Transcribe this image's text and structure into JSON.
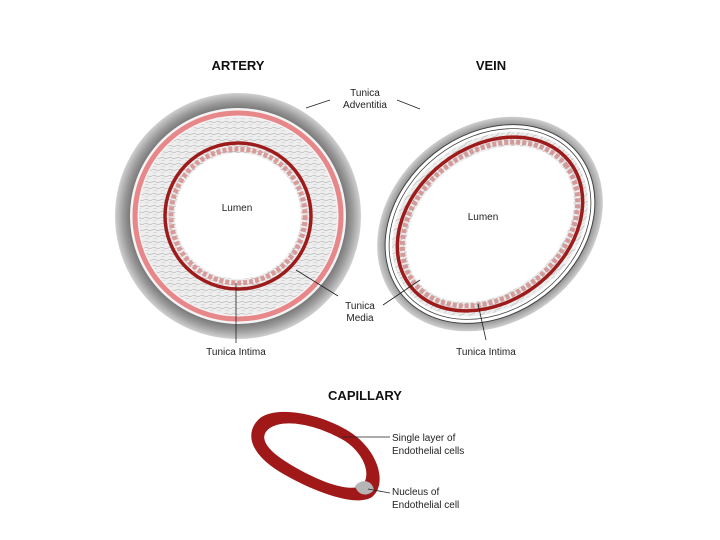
{
  "titles": {
    "artery": "ARTERY",
    "vein": "VEIN",
    "capillary": "CAPILLARY"
  },
  "labels": {
    "tunica_adventitia_line1": "Tunica",
    "tunica_adventitia_line2": "Adventitia",
    "artery_lumen": "Lumen",
    "vein_lumen": "Lumen",
    "tunica_media_line1": "Tunica",
    "tunica_media_line2": "Media",
    "artery_tunica_intima": "Tunica Intima",
    "vein_tunica_intima": "Tunica Intima",
    "single_layer_line1": "Single layer of",
    "single_layer_line2": "Endothelial cells",
    "nucleus_line1": "Nucleus of",
    "nucleus_line2": "Endothelial cell"
  },
  "colors": {
    "adventitia": "#8c8c8c",
    "media": "#e6e6e6",
    "elastic_pink": "#e8878a",
    "intima_red": "#9e1b1b",
    "capillary_red": "#a01818",
    "nucleus": "#b5b5b5"
  }
}
